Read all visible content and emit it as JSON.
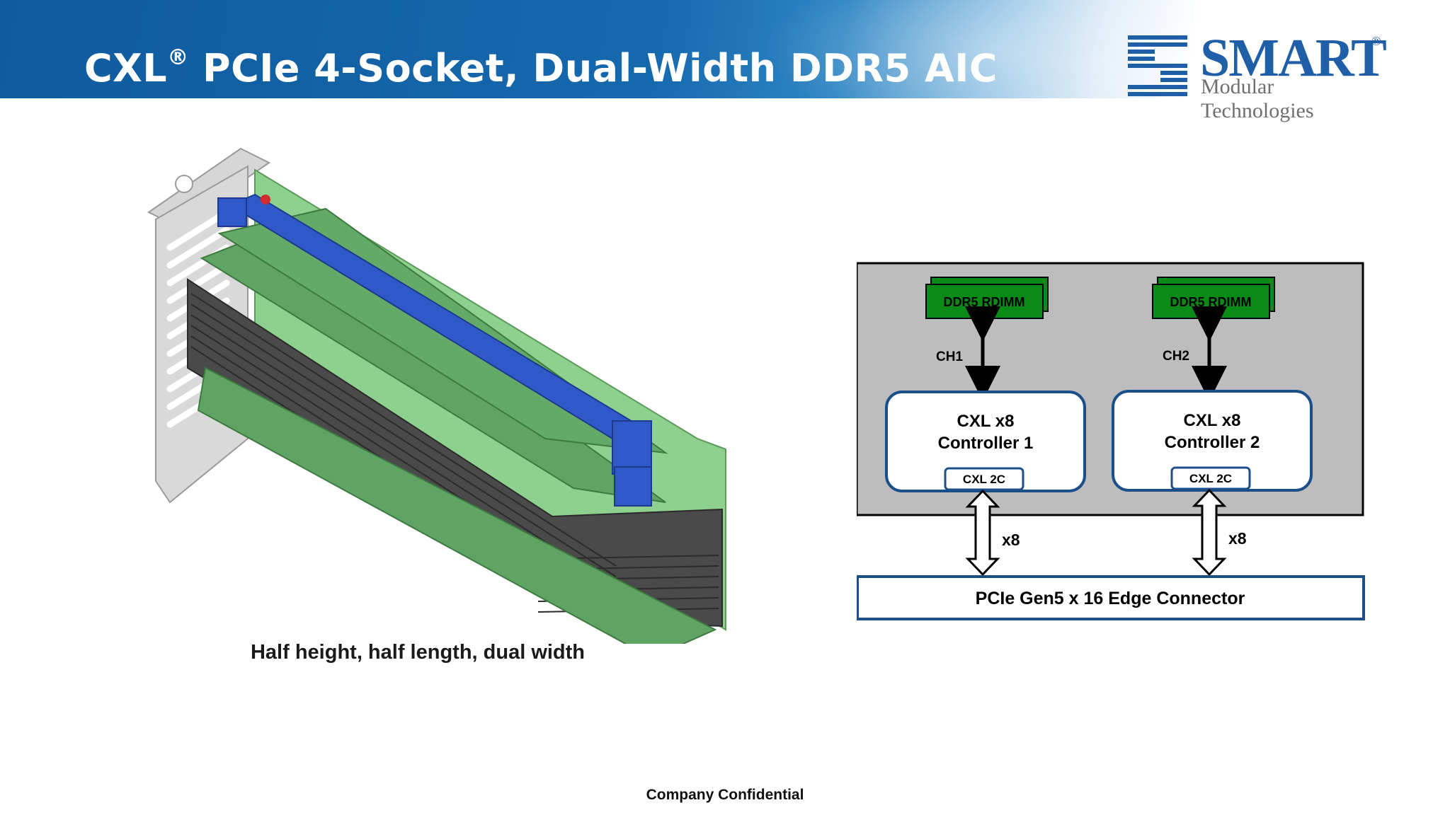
{
  "slide": {
    "title_main": "CXL",
    "title_reg": "®",
    "title_rest": " PCIe 4-Socket, Dual-Width DDR5 AIC",
    "footer": "Company Confidential"
  },
  "logo": {
    "word": "SMART",
    "reg": "®",
    "subtitle": "Modular Technologies",
    "icon": "smart-s-stripes-icon"
  },
  "card": {
    "caption": "Half height, half length, dual width"
  },
  "diagram": {
    "dimm1": "DDR5 RDIMM",
    "dimm2": "DDR5 RDIMM",
    "ch1": "CH1",
    "ch2": "CH2",
    "ctrl1_line1": "CXL x8",
    "ctrl1_line2": "Controller 1",
    "ctrl2_line1": "CXL x8",
    "ctrl2_line2": "Controller 2",
    "ctrl1_tag": "CXL 2C",
    "ctrl2_tag": "CXL 2C",
    "link1": "x8",
    "link2": "x8",
    "connector": "PCIe Gen5 x 16 Edge Connector"
  },
  "colors": {
    "header_blue": "#1668ad",
    "dimm_green": "#0a8a16",
    "box_outline": "#1b4f8a",
    "board_grey": "#bdbdbd",
    "card_pcb_green": "#5fa464",
    "card_connector_blue": "#2f58c8"
  }
}
